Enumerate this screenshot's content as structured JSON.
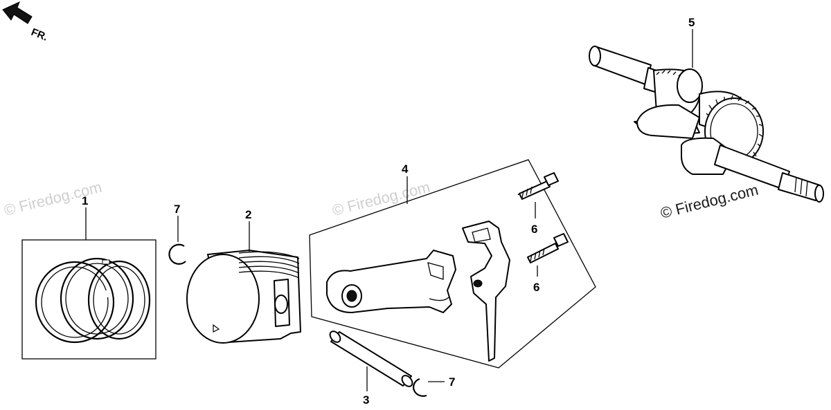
{
  "orientation": {
    "label": "FR."
  },
  "callouts": {
    "piston_ring_set": "1",
    "piston": "2",
    "piston_pin": "3",
    "connecting_rod_set": "4",
    "crankshaft": "5",
    "rod_bolt_upper": "6",
    "rod_bolt_lower": "6",
    "pin_clip_left": "7",
    "pin_clip_right": "7"
  },
  "watermarks": {
    "left": "© Firedog.com",
    "center": "© Firedog.com",
    "right": "© Firedog.com"
  }
}
